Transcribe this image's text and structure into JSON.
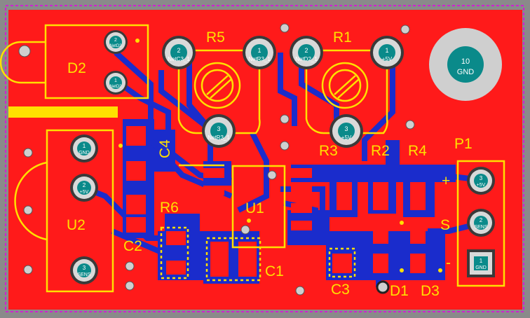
{
  "board": {
    "colors": {
      "background": "#8a8a8a",
      "board_outline": "#d020d0",
      "copper_top": "#ff1a1a",
      "copper_bottom": "#1a2ccc",
      "silkscreen": "#ffe000",
      "pad": "#d9d9d9",
      "pad_ring_dark": "#3a3a3a",
      "pad_label": "#0a8a8a",
      "pad_text": "#ffffff",
      "via": "#cfcfcf"
    }
  },
  "components": {
    "d2": "D2",
    "r5": "R5",
    "r1": "R1",
    "c4": "C4",
    "u2": "U2",
    "u1": "U1",
    "r6": "R6",
    "c2": "C2",
    "c1": "C1",
    "r3": "R3",
    "r2": "R2",
    "r4": "R4",
    "p1": "P1",
    "c3": "C3",
    "d1": "D1",
    "d3": "D3"
  },
  "pads": {
    "d2_pin2": {
      "num": "2",
      "net": "NetD2"
    },
    "d2_pin1": {
      "num": "1",
      "net": "NetD2"
    },
    "r5_pin2": {
      "num": "2",
      "net": "NetC3_1"
    },
    "r5_pin1": {
      "num": "1",
      "net": "NetR3_1"
    },
    "r5_pin3": {
      "num": "3",
      "net": "NetR3_1"
    },
    "r1_pin2": {
      "num": "2",
      "net": "NetD2_1"
    },
    "r1_pin1": {
      "num": "1",
      "net": "+5V"
    },
    "r1_pin3": {
      "num": "3",
      "net": "+5V"
    },
    "mount10": {
      "num": "10",
      "net": "GND"
    },
    "u2_pin1": {
      "num": "1",
      "net": "GND"
    },
    "u2_pin2": {
      "num": "2",
      "net": "+5V"
    },
    "u2_pin3": {
      "num": "3",
      "net": "SENS"
    },
    "p1_pin3": {
      "num": "3",
      "net": "+5V"
    },
    "p1_pin2": {
      "num": "2",
      "net": "SENS"
    },
    "p1_pin1": {
      "num": "1",
      "net": "GND"
    }
  },
  "p1_labels": {
    "plus": "+",
    "signal": "S",
    "minus": "-"
  }
}
